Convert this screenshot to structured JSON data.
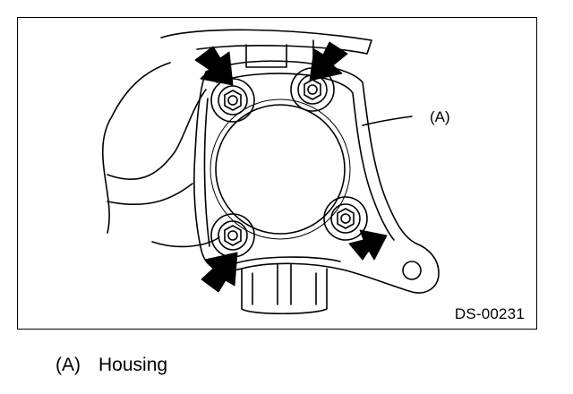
{
  "figure": {
    "code": "DS-00231",
    "callout_label": "(A)"
  },
  "legend": {
    "items": [
      {
        "key": "(A)",
        "text": "Housing"
      }
    ]
  },
  "colors": {
    "line": "#000000",
    "background": "#ffffff"
  },
  "icons": {
    "pointer": "arrow-icon"
  }
}
